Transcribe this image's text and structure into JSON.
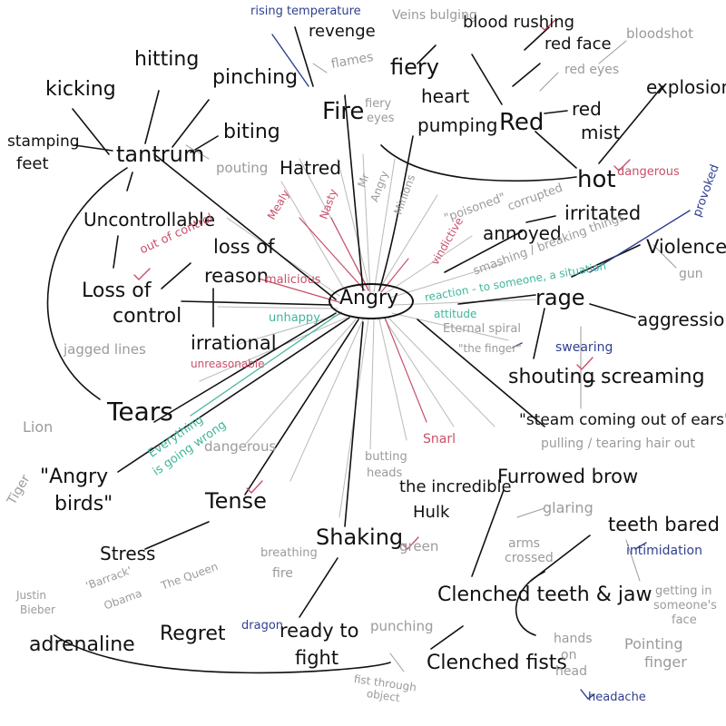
{
  "center": "Angry",
  "words": {
    "kicking": "kicking",
    "hitting": "hitting",
    "pinching": "pinching",
    "biting": "biting",
    "stamping": "stamping",
    "feet": "feet",
    "tantrum": "tantrum",
    "pouting": "pouting",
    "uncontrollable": "Uncontrollable",
    "out_of_control": "out of control",
    "loss_of": "loss of",
    "reason": "reason",
    "loss_of_control_1": "Loss of",
    "loss_of_control_2": "control",
    "malicious": "malicious",
    "irrational": "irrational",
    "unreasonable": "unreasonable",
    "unhappy": "unhappy",
    "jagged_lines": "jagged lines",
    "tears": "Tears",
    "everything_1": "Everything",
    "everything_2": "is going wrong",
    "dangerous_grey": "dangerous",
    "lion": "Lion",
    "tiger": "Tiger",
    "angry_birds_1": "\"Angry",
    "angry_birds_2": "birds\"",
    "tense": "Tense",
    "stress": "Stress",
    "justin": "Justin",
    "bieber": "Bieber",
    "barrack": "'Barrack'",
    "obama": "Obama",
    "the_queen": "The Queen",
    "adrenaline": "adrenaline",
    "regret": "Regret",
    "dragon": "dragon",
    "ready_to": "ready to",
    "fight": "fight",
    "breathing": "breathing",
    "fire_small": "fire",
    "shaking": "Shaking",
    "green": "green",
    "butting": "butting",
    "heads": "heads",
    "snarl": "Snarl",
    "the_incredible": "the incredible",
    "hulk": "Hulk",
    "furrowed_brow": "Furrowed brow",
    "glaring": "glaring",
    "arms": "arms",
    "crossed": "crossed",
    "teeth_bared": "teeth bared",
    "intimidation": "intimidation",
    "getting_in_1": "getting in",
    "getting_in_2": "someone's",
    "getting_in_3": "face",
    "clenched_teeth": "Clenched teeth & jaw",
    "punching": "punching",
    "fist_through_1": "fist through",
    "fist_through_2": "object",
    "clenched_fists": "Clenched fists",
    "hands": "hands",
    "on": "on",
    "head": "head",
    "headache": "headache",
    "pointing": "Pointing",
    "finger": "finger",
    "rising_temperature": "rising temperature",
    "revenge": "revenge",
    "flames": "flames",
    "veins_bulging": "Veins bulging",
    "blood_rushing": "blood rushing",
    "red_face": "red face",
    "bloodshot": "bloodshot",
    "red_eyes": "red eyes",
    "fiery": "fiery",
    "fire": "Fire",
    "fiery_eyes_1": "fiery",
    "fiery_eyes_2": "eyes",
    "heart": "heart",
    "pumping": "pumping",
    "red": "Red",
    "red_small": "red",
    "mist": "mist",
    "explosion": "explosion",
    "hot": "hot",
    "dangerous_red": "dangerous",
    "provoked": "provoked",
    "hatred": "Hatred",
    "mr": "Mr",
    "angry_small": "Angry",
    "minions": "Minions",
    "mealy": "Mealy",
    "nasty": "Nasty",
    "poisoned": "\"poisoned\"",
    "corrupted": "corrupted",
    "irritated": "irritated",
    "annoyed": "annoyed",
    "vindictive": "vindictive",
    "smashing": "smashing / breaking things",
    "violence": "Violence",
    "gun": "gun",
    "reaction": "reaction - to someone, a situation",
    "attitude": "attitude",
    "rage": "rage",
    "eternal_spiral": "Eternal spiral",
    "the_finger": "\"the finger\"",
    "swearing": "swearing",
    "aggression": "aggression",
    "shouting": "shouting",
    "screaming": "screaming",
    "steam": "\"steam coming out of ears\"",
    "pulling": "pulling / tearing hair out"
  },
  "colors": {
    "ink_black": "#111111",
    "ink_grey": "#9b9b9b",
    "ink_red": "#c8506a",
    "ink_blue": "#2f3f8f",
    "ink_teal": "#3fb59a",
    "spoke_grey": "#b9b9b9"
  }
}
